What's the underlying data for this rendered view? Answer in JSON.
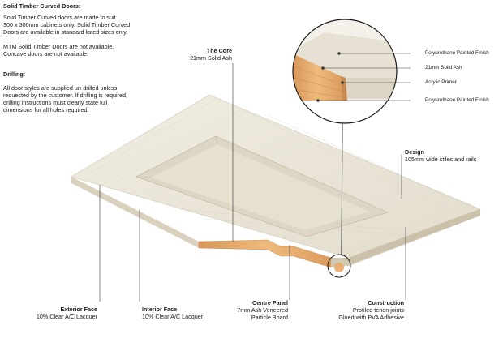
{
  "notes": {
    "curved_heading": "Solid Timber Curved Doors:",
    "curved_line1": "Solid Timber Curved doors are made to suit",
    "curved_line2": "300 x 300mm cabinets only. Solid Timber Curved",
    "curved_line3": "Doors are available in standard listed sizes only.",
    "mtm_line1": "MTM Solid Timber Doors are not available.",
    "mtm_line2": "Concave doors are not available.",
    "drilling_heading": "Drilling:",
    "drilling_line1": "All door styles are supplied un-drilled unless",
    "drilling_line2": "requested by the customer. If drilling is required,",
    "drilling_line3": "drilling instructions must clearly state full",
    "drilling_line4": "dimensions for all holes required."
  },
  "callouts": {
    "core_title": "The Core",
    "core_detail": "21mm Solid Ash",
    "design_title": "Design",
    "design_detail": "105mm wide stiles and rails",
    "exterior_title": "Exterior Face",
    "exterior_detail": "10% Clear A/C Lacquer",
    "interior_title": "Interior Face",
    "interior_detail": "10% Clear A/C Lacquer",
    "centre_title": "Centre Panel",
    "centre_detail1": "7mm Ash Veneered",
    "centre_detail2": "Particle Board",
    "construction_title": "Construction",
    "construction_detail1": "Profiled tenon joints",
    "construction_detail2": "Glued with PVA Adhesive"
  },
  "zoom_labels": {
    "layer1": "Polyurethane Painted Finish",
    "layer2": "21mm Solid Ash",
    "layer3": "Acrylic Primer",
    "layer4": "Polyurethane Painted Finish"
  },
  "colors": {
    "door_face": "#e9e4d6",
    "door_edge": "#d8cfba",
    "timber": "#e3a866",
    "leader": "#333333"
  }
}
